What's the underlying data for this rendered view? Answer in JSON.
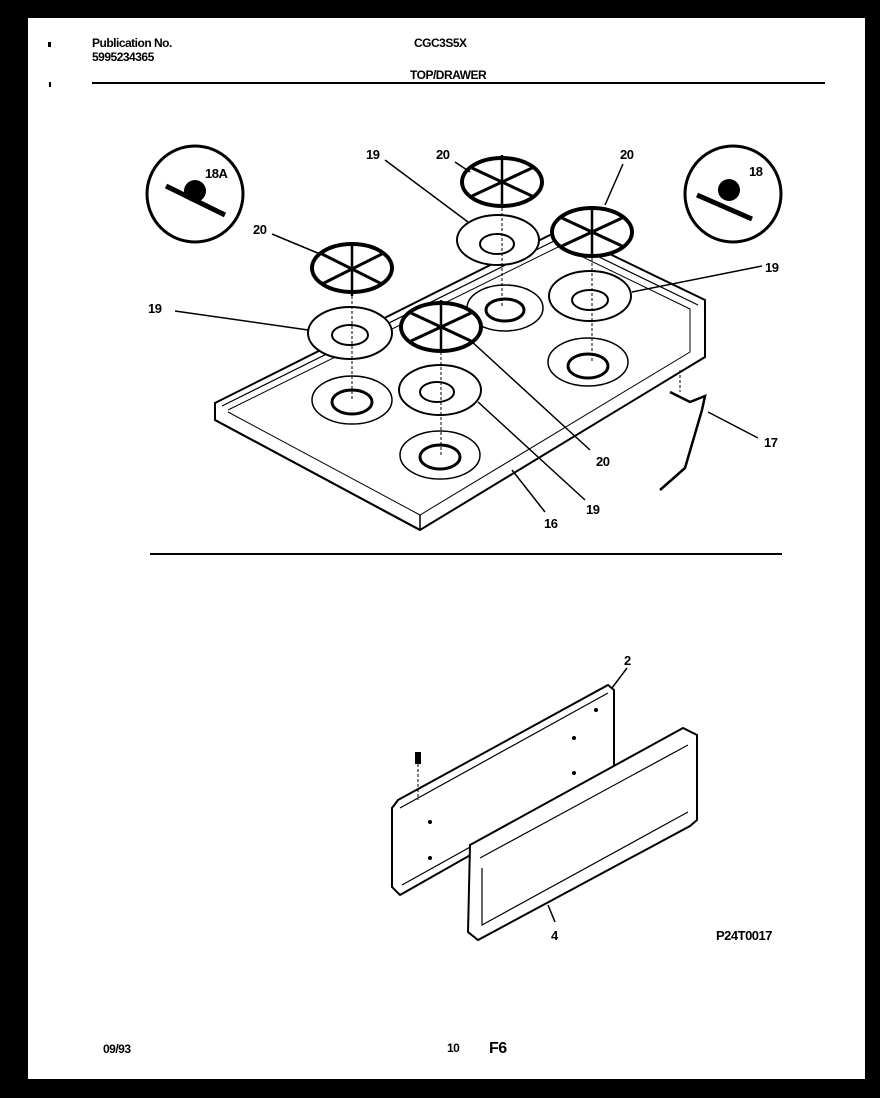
{
  "header": {
    "publication_label": "Publication No.",
    "publication_number": "5995234365",
    "model": "CGC3S5X",
    "section_title": "TOP/DRAWER"
  },
  "top_diagram": {
    "callouts": [
      {
        "id": "c18A",
        "label": "18A"
      },
      {
        "id": "c18",
        "label": "18"
      },
      {
        "id": "c19_top",
        "label": "19"
      },
      {
        "id": "c20_top",
        "label": "20"
      },
      {
        "id": "c20_right",
        "label": "20"
      },
      {
        "id": "c20_left",
        "label": "20"
      },
      {
        "id": "c19_right",
        "label": "19"
      },
      {
        "id": "c19_left",
        "label": "19"
      },
      {
        "id": "c17",
        "label": "17"
      },
      {
        "id": "c20_bottom",
        "label": "20"
      },
      {
        "id": "c19_bottom",
        "label": "19"
      },
      {
        "id": "c16",
        "label": "16"
      }
    ]
  },
  "bottom_diagram": {
    "callouts": [
      {
        "id": "c2",
        "label": "2"
      },
      {
        "id": "c4",
        "label": "4"
      }
    ],
    "figure_code": "P24T0017"
  },
  "footer": {
    "date": "09/93",
    "page_number": "10",
    "figure": "F6"
  }
}
